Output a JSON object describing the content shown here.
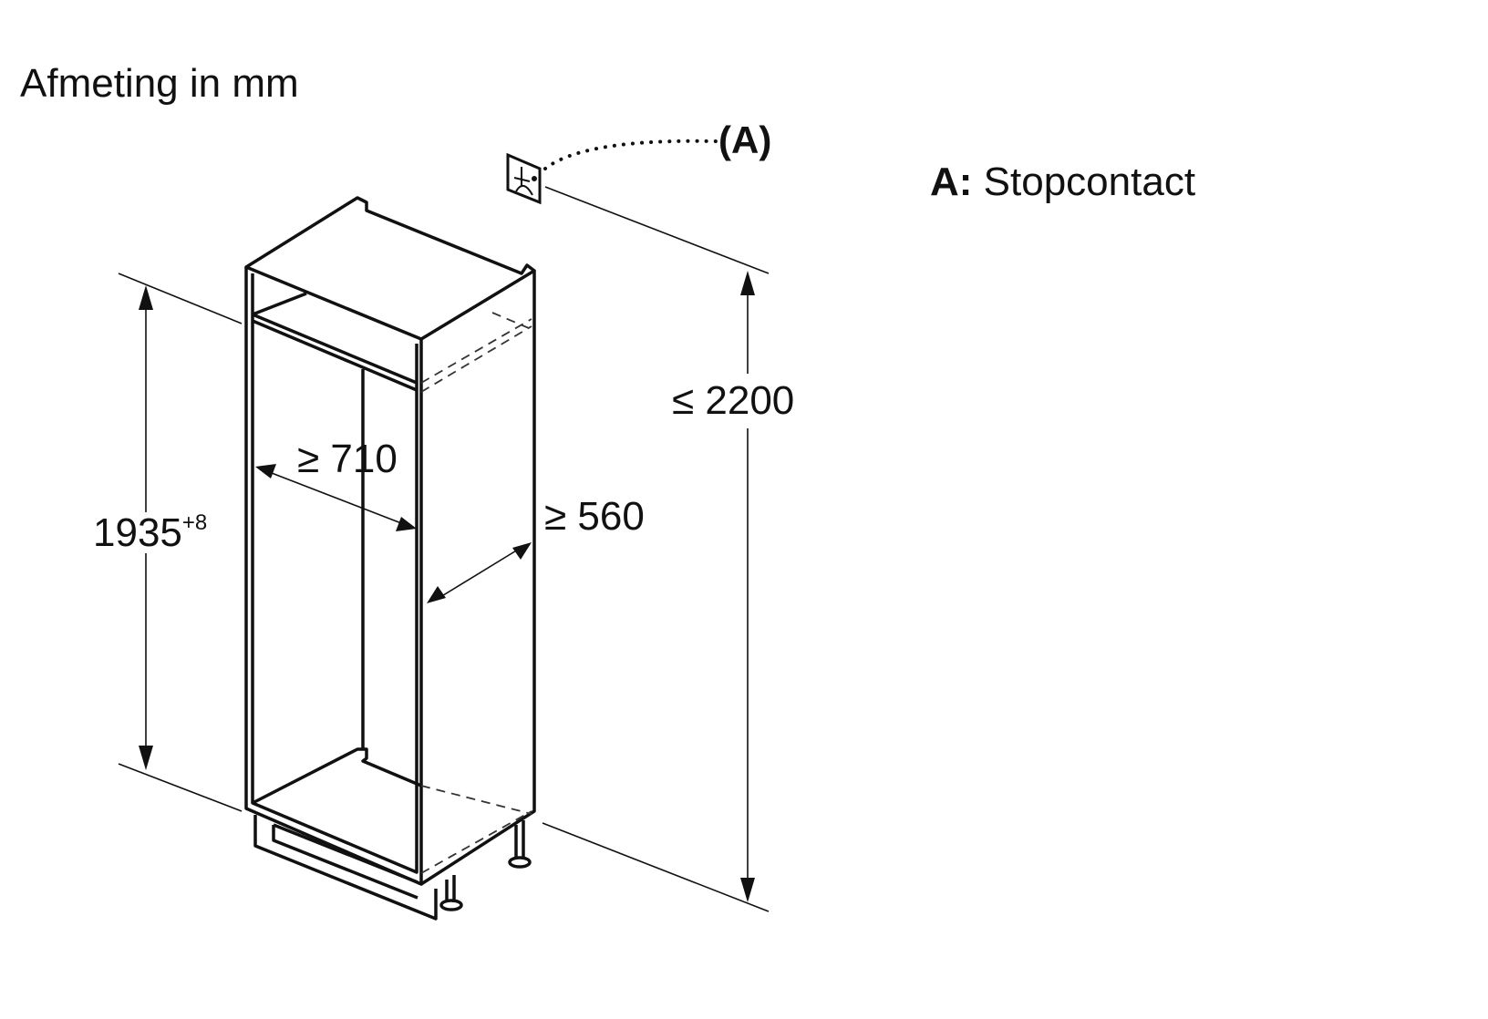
{
  "title": "Afmeting in mm",
  "legend": {
    "key": "A:",
    "label": "Stopcontact"
  },
  "callout": "(A)",
  "dimensions": {
    "niche_height": "1935",
    "niche_height_tolerance": "+8",
    "niche_width": "≥ 710",
    "niche_depth": "≥ 560",
    "max_socket_height": "≤ 2200"
  },
  "colors": {
    "line": "#111111",
    "background": "#ffffff"
  }
}
